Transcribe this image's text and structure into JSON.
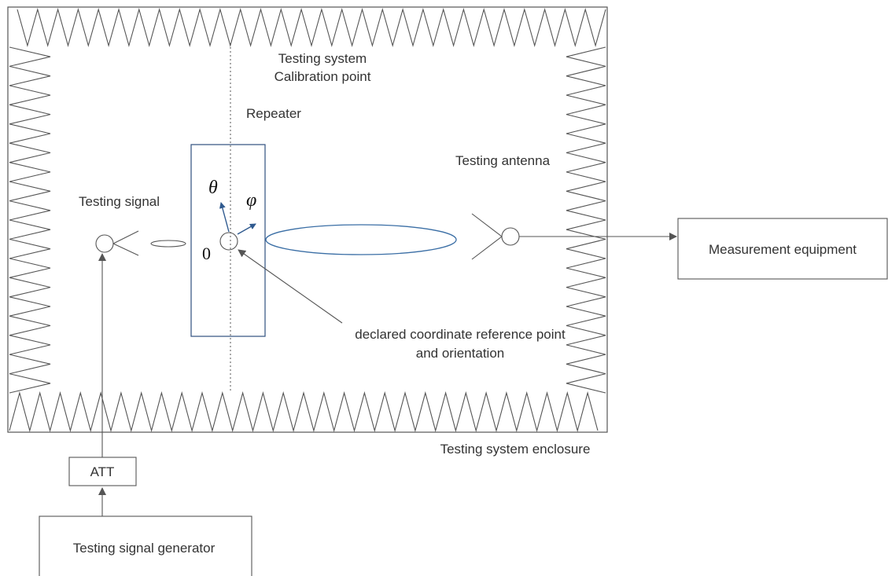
{
  "labels": {
    "calibration_line1": "Testing system",
    "calibration_line2": "Calibration point",
    "repeater": "Repeater",
    "testing_antenna": "Testing antenna",
    "testing_signal": "Testing signal",
    "theta": "θ",
    "phi": "φ",
    "origin": "0",
    "declared_line1": "declared coordinate reference point",
    "declared_line2": "and orientation",
    "enclosure": "Testing system enclosure",
    "att": "ATT",
    "generator": "Testing signal generator",
    "measurement": "Measurement equipment"
  },
  "colors": {
    "enclosure_stroke": "#555555",
    "box_stroke": "#555555",
    "repeater_stroke": "#2f4f7f",
    "axis_arrow": "#2f5a8f",
    "beam_ellipse": "#3a6ea5",
    "text": "#333333"
  }
}
